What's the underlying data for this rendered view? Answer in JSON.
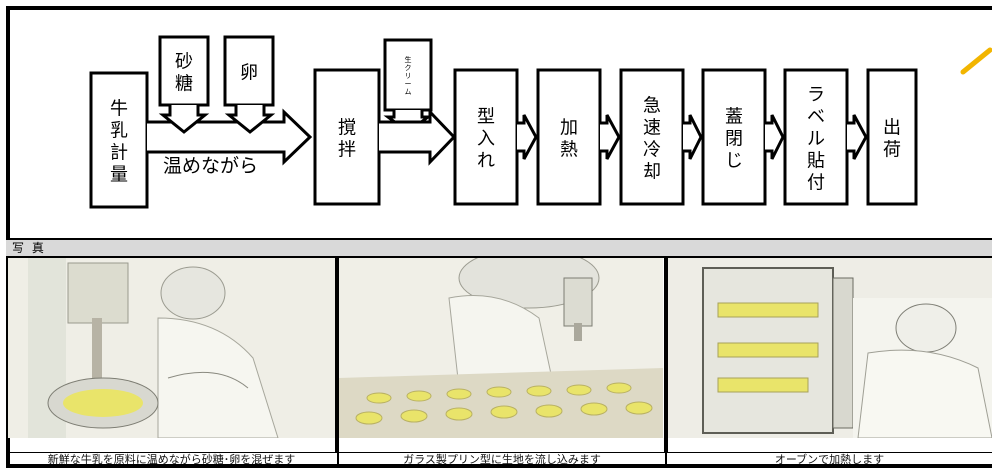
{
  "flow": {
    "steps": {
      "milk": "牛乳計量",
      "sugar": "砂糖",
      "egg": "卵",
      "cream": "生クリーム",
      "stir": "撹拌",
      "mold": "型入れ",
      "heat": "加熱",
      "cool": "急速冷却",
      "lid": "蓋閉じ",
      "label": "ラベル貼付",
      "ship": "出荷"
    },
    "warm_note": "温めながら"
  },
  "photo_section": {
    "label": "写 真"
  },
  "photos": [
    {
      "caption": "新鮮な牛乳を原料に温めながら砂糖･卵を混ぜます"
    },
    {
      "caption": "ガラス製プリン型に生地を流し込みます"
    },
    {
      "caption": "オーブンで加熱します"
    }
  ],
  "colors": {
    "accent_stroke": "#f2b500",
    "pudding": "#e9e46a",
    "header_bar": "#d9d9d9"
  }
}
